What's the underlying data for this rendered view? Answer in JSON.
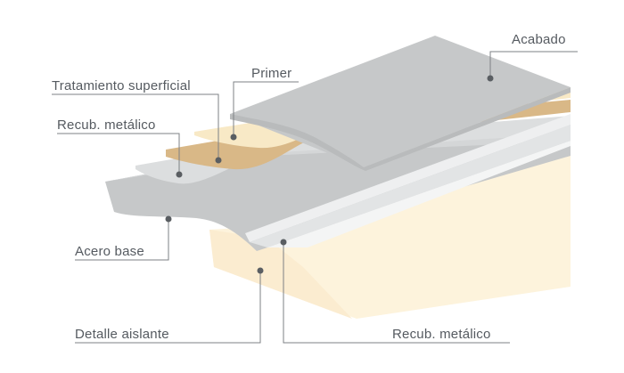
{
  "labels": {
    "acabado": "Acabado",
    "primer": "Primer",
    "tratamiento": "Tratamiento superficial",
    "recub_top": "Recub. metálico",
    "acero": "Acero base",
    "detalle": "Detalle aislante",
    "recub_bottom": "Recub. metálico"
  },
  "colors": {
    "insulation": "#fdf3dc",
    "tan": "#d9b887",
    "cream": "#f8e9c6",
    "gray": "#c6c8c9",
    "light_gray": "#dcdedf",
    "edge_white": "#f4f5f5",
    "dot": "#5a5e62",
    "leader": "#7d8185"
  }
}
